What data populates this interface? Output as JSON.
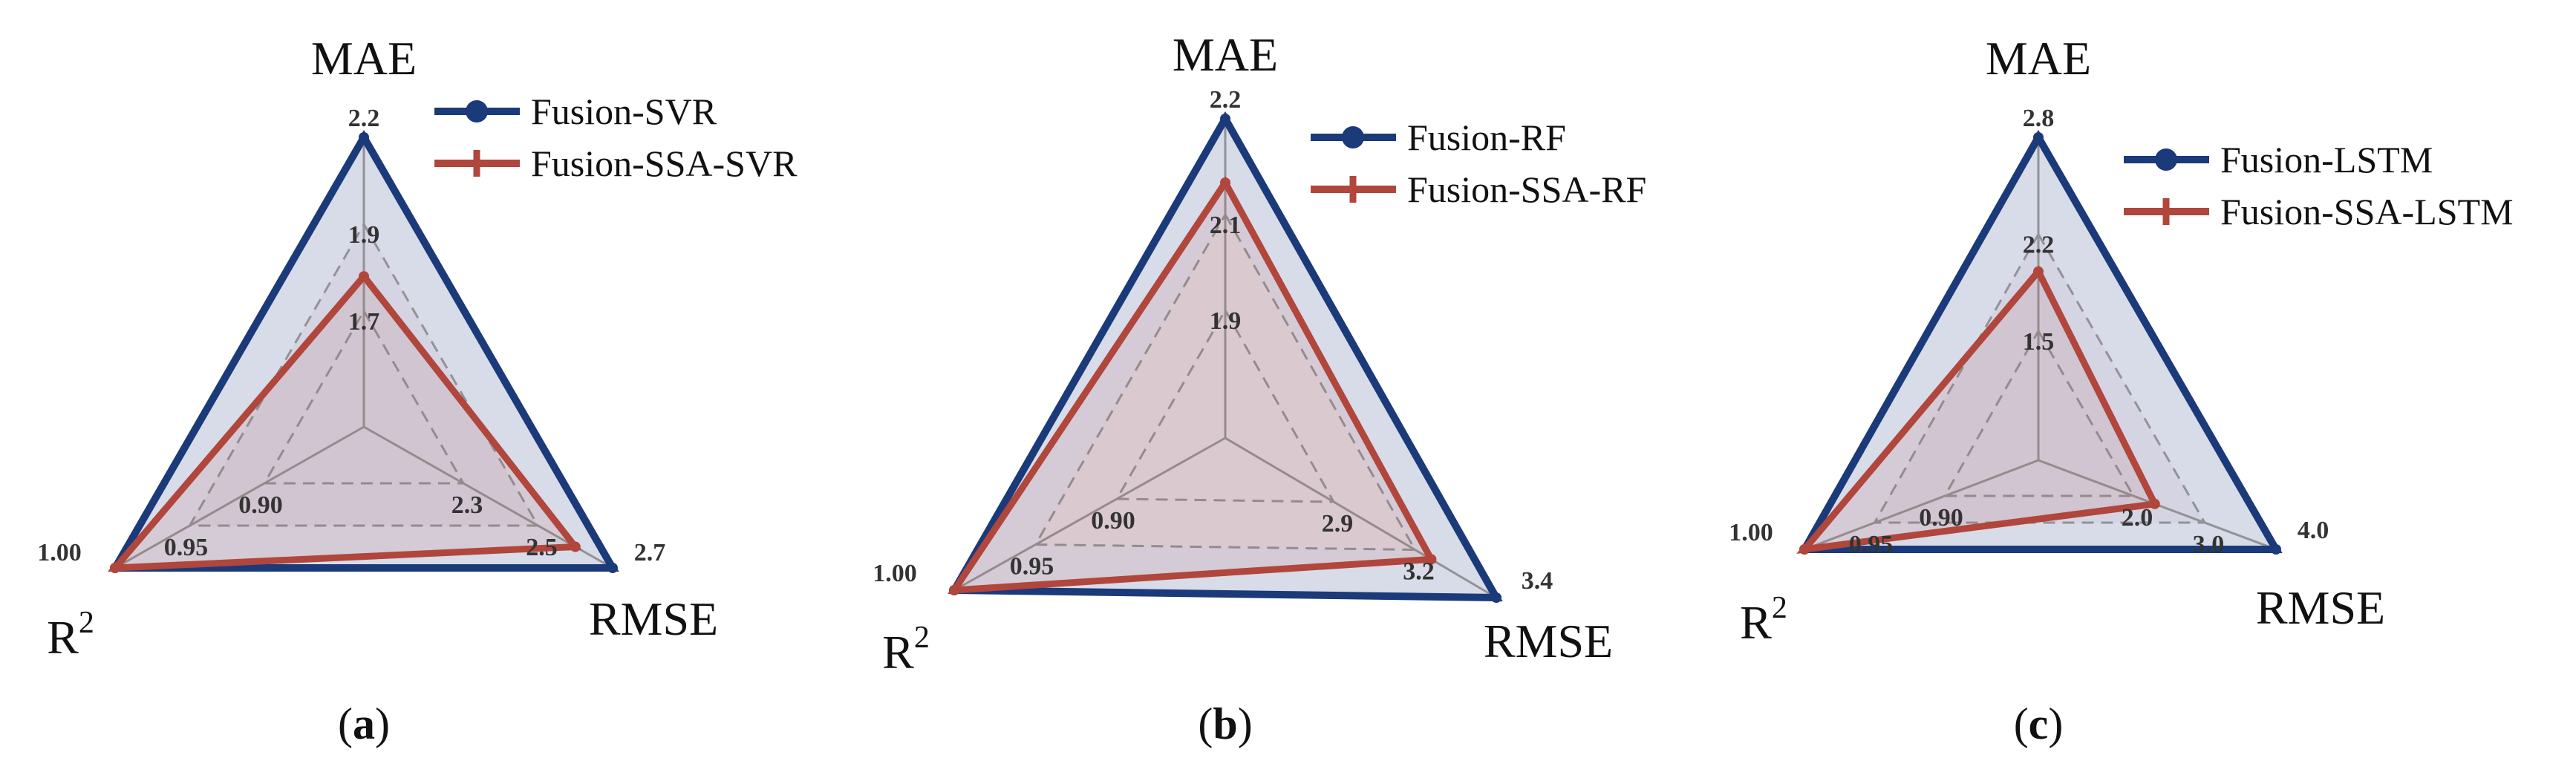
{
  "chart_data": [
    {
      "type": "radar",
      "panel": "(a)",
      "panel_letter": "a",
      "axes": [
        "MAE",
        "RMSE",
        "R2"
      ],
      "axis_ticks": {
        "MAE": [
          "1.7",
          "1.9",
          "2.2"
        ],
        "RMSE": [
          "2.3",
          "2.5",
          "2.7"
        ],
        "R2": [
          "0.90",
          "0.95",
          "1.00"
        ]
      },
      "legend_position": "top-right",
      "series": [
        {
          "name": "Fusion-SVR",
          "color": "#1b3a7a",
          "marker": "circle",
          "values": {
            "MAE": 2.2,
            "RMSE": 2.7,
            "R2": 1.0
          }
        },
        {
          "name": "Fusion-SSA-SVR",
          "color": "#b0463c",
          "marker": "plus",
          "values": {
            "MAE": 1.8,
            "RMSE": 2.6,
            "R2": 1.0
          }
        }
      ]
    },
    {
      "type": "radar",
      "panel": "(b)",
      "panel_letter": "b",
      "axes": [
        "MAE",
        "RMSE",
        "R2"
      ],
      "axis_ticks": {
        "MAE": [
          "1.9",
          "2.1",
          "2.2"
        ],
        "RMSE": [
          "2.9",
          "3.2",
          "3.4"
        ],
        "R2": [
          "0.90",
          "0.95",
          "1.00"
        ]
      },
      "legend_position": "top-right",
      "series": [
        {
          "name": "Fusion-RF",
          "color": "#1b3a7a",
          "marker": "circle",
          "values": {
            "MAE": 2.2,
            "RMSE": 3.4,
            "R2": 1.0
          }
        },
        {
          "name": "Fusion-SSA-RF",
          "color": "#b0463c",
          "marker": "plus",
          "values": {
            "MAE": 2.1,
            "RMSE": 3.2,
            "R2": 1.0
          }
        }
      ]
    },
    {
      "type": "radar",
      "panel": "(c)",
      "panel_letter": "c",
      "axes": [
        "MAE",
        "RMSE",
        "R2"
      ],
      "axis_ticks": {
        "MAE": [
          "1.5",
          "2.2",
          "2.8"
        ],
        "RMSE": [
          "2.0",
          "3.0",
          "4.0"
        ],
        "R2": [
          "0.90",
          "0.95",
          "1.00"
        ]
      },
      "legend_position": "top-right",
      "series": [
        {
          "name": "Fusion-LSTM",
          "color": "#1b3a7a",
          "marker": "circle",
          "values": {
            "MAE": 2.8,
            "RMSE": 4.0,
            "R2": 1.0
          }
        },
        {
          "name": "Fusion-SSA-LSTM",
          "color": "#b0463c",
          "marker": "plus",
          "values": {
            "MAE": 1.9,
            "RMSE": 2.3,
            "R2": 1.0
          }
        }
      ]
    }
  ]
}
